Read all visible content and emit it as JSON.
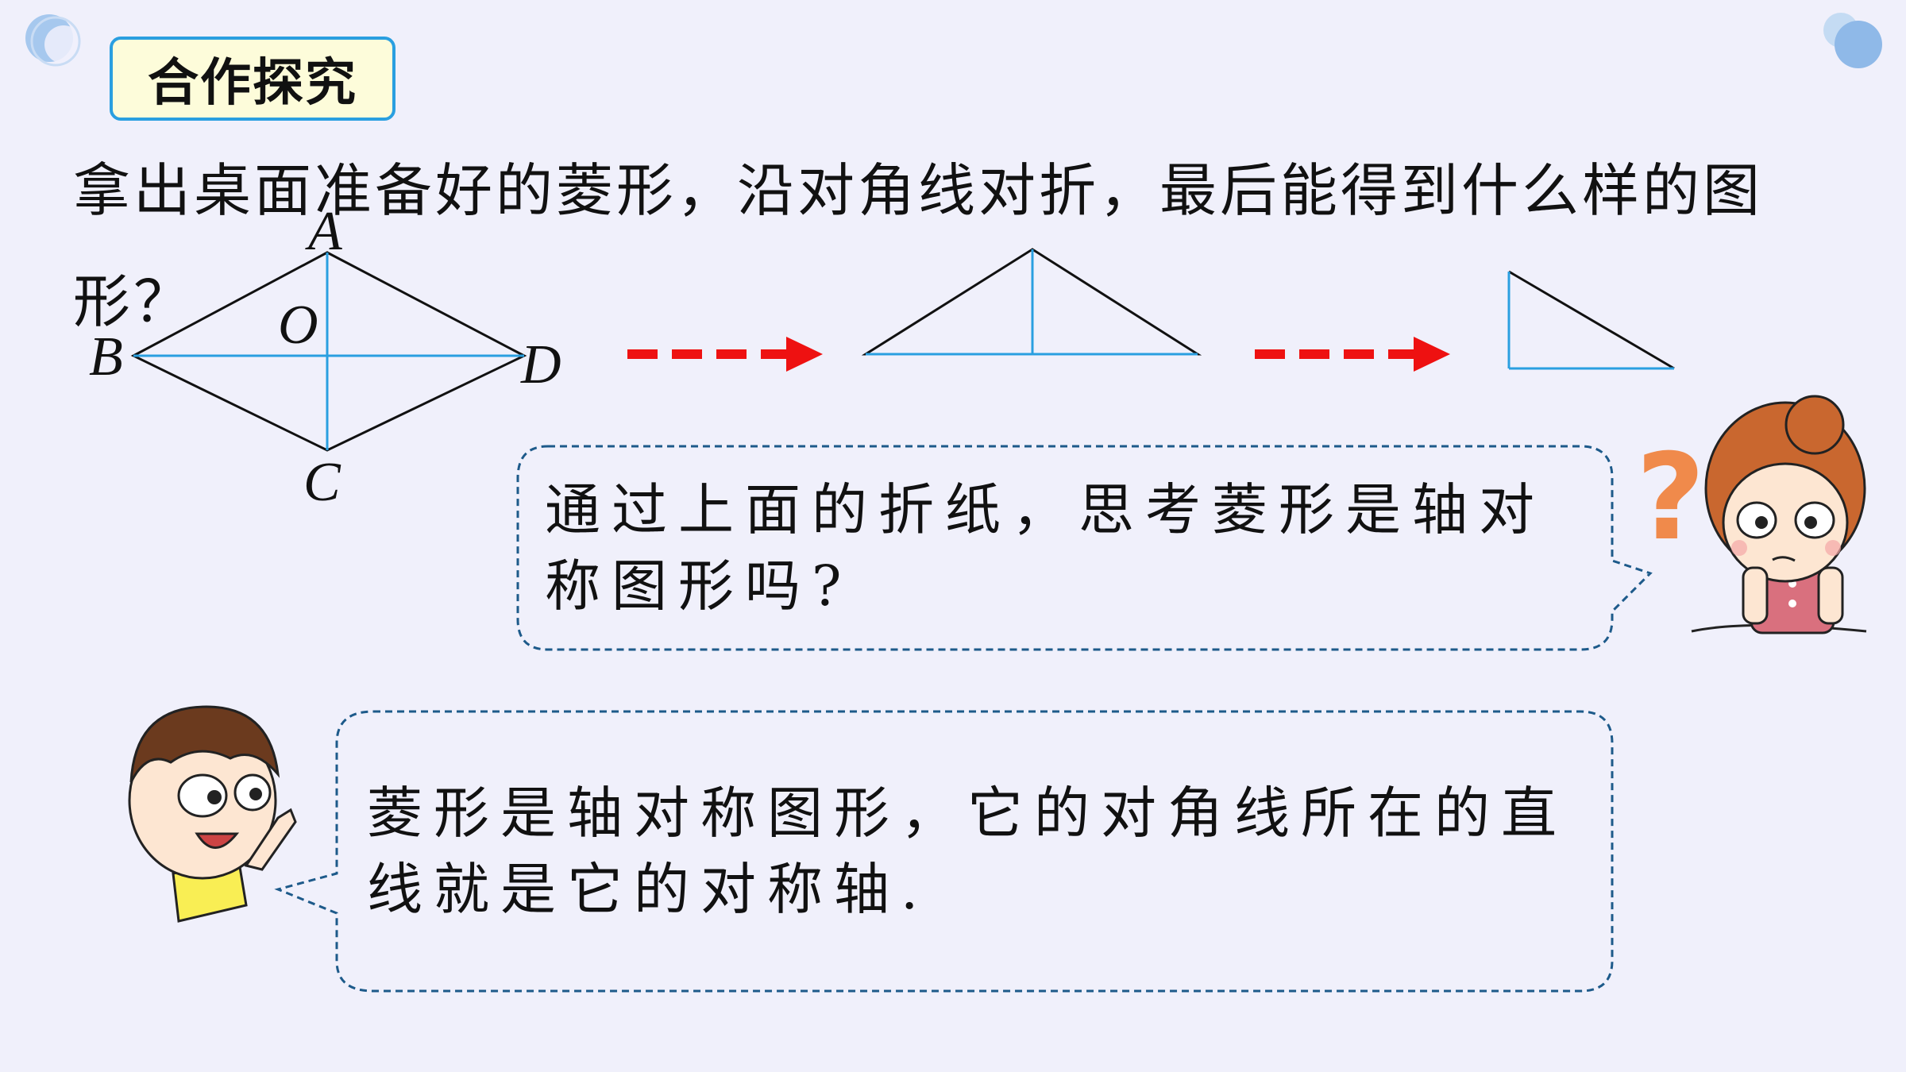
{
  "slide": {
    "section_title": "合作探究",
    "question": "拿出桌面准备好的菱形，沿对角线对折，最后能得到什么样的图形？",
    "vertex_labels": {
      "A": "A",
      "B": "B",
      "C": "C",
      "D": "D",
      "O": "O"
    },
    "bubble_question": "通过上面的折纸，思考菱形是轴对称图形吗?",
    "bubble_answer": "菱形是轴对称图形，它的对角线所在的直线就是它的对称轴.",
    "question_mark": "?"
  },
  "colors": {
    "background": "#f0f0fb",
    "accent_blue": "#2a9fe0",
    "title_box_fill": "#fdfcda",
    "arrow_red": "#ee1111",
    "bubble_border": "#1d5a8a"
  }
}
